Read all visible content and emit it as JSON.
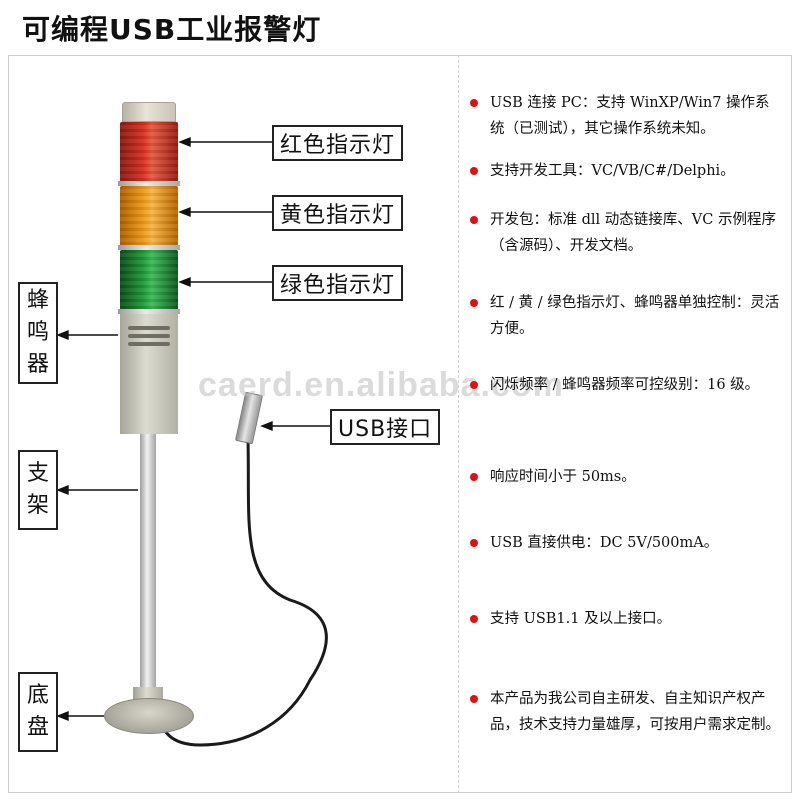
{
  "title": "可编程USB工业报警灯",
  "labels": {
    "red": "红色指示灯",
    "yellow": "黄色指示灯",
    "green": "绿色指示灯",
    "usb": "USB接口",
    "buzzer": [
      "蜂",
      "鸣",
      "器"
    ],
    "stand": [
      "支",
      "架"
    ],
    "base": [
      "底",
      "盘"
    ]
  },
  "watermark": "caerd.en.alibaba.com",
  "features": [
    "USB 连接 PC：支持 WinXP/Win7 操作系统（已测试），其它操作系统未知。",
    "支持开发工具：VC/VB/C#/Delphi。",
    "开发包：标准 dll 动态链接库、VC 示例程序（含源码）、开发文档。",
    "红 / 黄 / 绿色指示灯、蜂鸣器单独控制：灵活方便。",
    "闪烁频率 / 蜂鸣器频率可控级别：16 级。",
    "响应时间小于 50ms。",
    "USB 直接供电：DC 5V/500mA。",
    "支持 USB1.1 及以上接口。",
    "本产品为我公司自主研发、自主知识产权产品，技术支持力量雄厚，可按用户需求定制。"
  ],
  "colors": {
    "bullet": "#e01010",
    "red_light": "#d7301f",
    "yellow_light": "#ef9a18",
    "green_light": "#1f9a3a"
  }
}
